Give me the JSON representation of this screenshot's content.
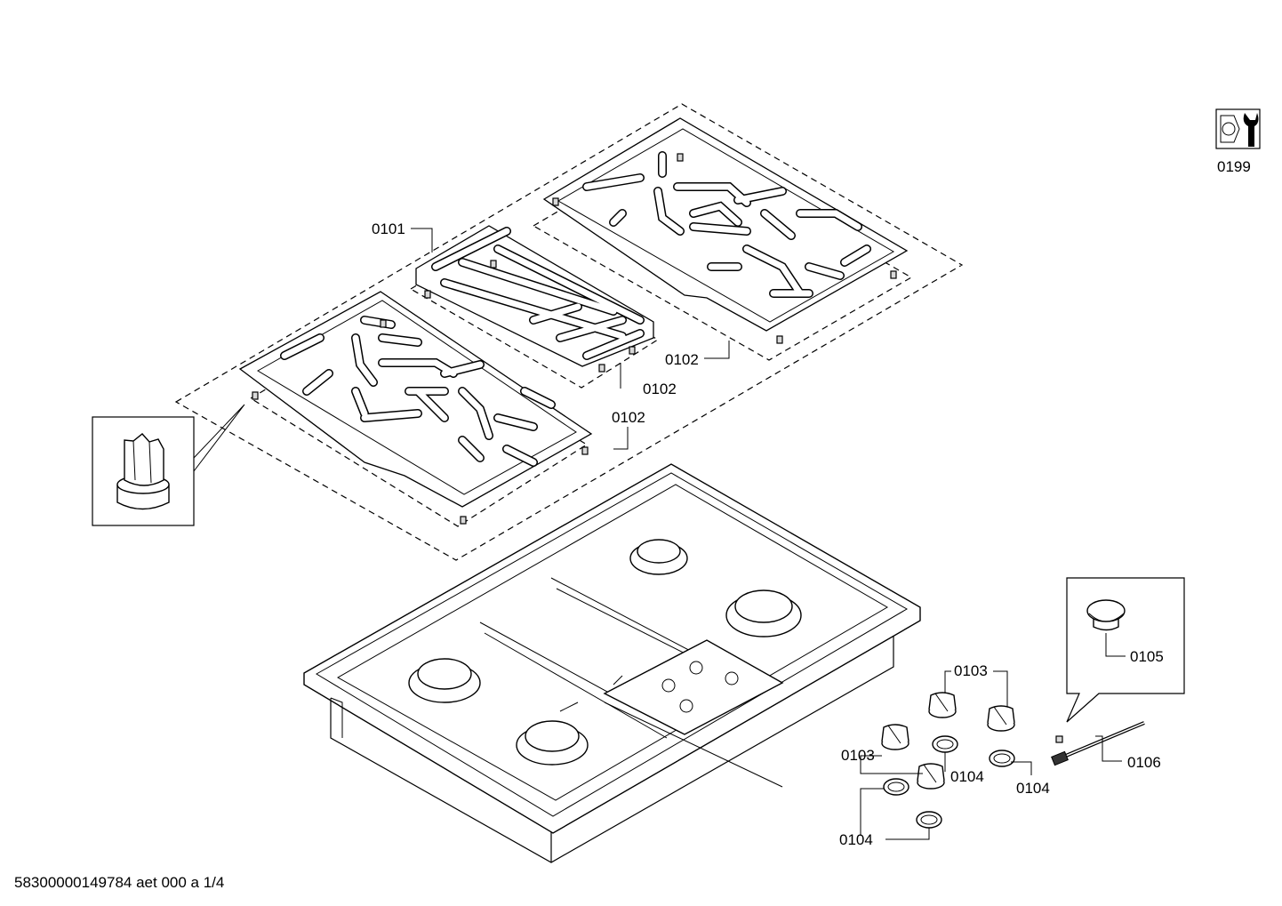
{
  "footer": {
    "doc_id": "58300000149784 aet 000 a 1/4"
  },
  "labels": {
    "tool_icon": "0199",
    "grate_middle": "0101",
    "feet_right": "0102",
    "feet_middle": "0102",
    "feet_left": "0102",
    "knob_top": "0103",
    "knob_left": "0103",
    "ring_middle": "0104",
    "ring_right": "0104",
    "ring_bottom": "0104",
    "button_cap": "0105",
    "wire": "0106"
  }
}
